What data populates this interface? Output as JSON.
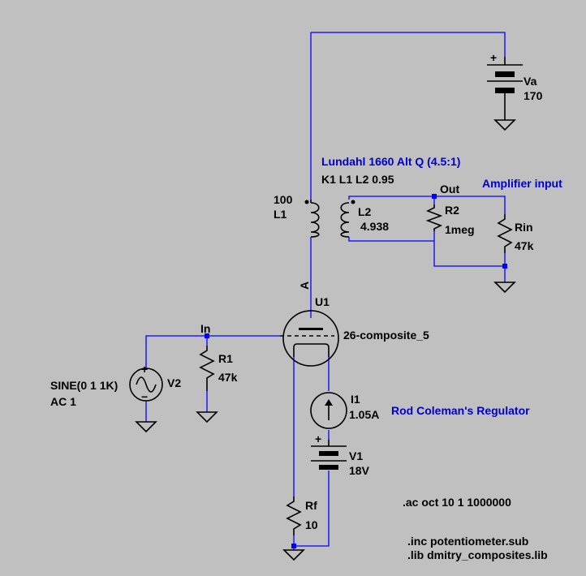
{
  "labels": {
    "va_name": "Va",
    "va_value": "170",
    "transformer_title": "Lundahl 1660 Alt Q (4.5:1)",
    "coupling": "K1 L1 L2 0.95",
    "l1_value": "100",
    "l1_name": "L1",
    "l2_name": "L2",
    "l2_value": "4.938",
    "out_net": "Out",
    "amp_input": "Amplifier input",
    "r2_name": "R2",
    "r2_value": "1meg",
    "rin_name": "Rin",
    "rin_value": "47k",
    "anode_net": "A",
    "u1_name": "U1",
    "u1_model": "26-composite_5",
    "in_net": "In",
    "r1_name": "R1",
    "r1_value": "47k",
    "v2_source": "SINE(0 1 1K)",
    "v2_ac": "AC 1",
    "v2_name": "V2",
    "i1_name": "I1",
    "i1_value": "1.05A",
    "regulator": "Rod Coleman's Regulator",
    "v1_name": "V1",
    "v1_value": "18V",
    "rf_name": "Rf",
    "rf_value": "10",
    "ac_directive": ".ac oct 10 1 1000000",
    "inc_directive": ".inc potentiometer.sub",
    "lib_directive": ".lib dmitry_composites.lib"
  },
  "colors": {
    "background": "#c0c0c0",
    "wire": "#0000ff",
    "component": "#000000",
    "comment_text": "#0000cc"
  }
}
